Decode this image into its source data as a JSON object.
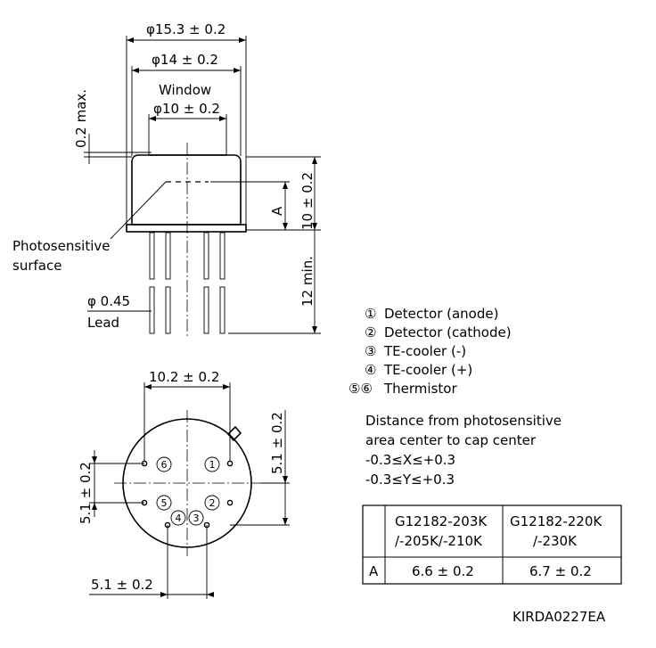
{
  "side_view": {
    "dim_cap_diameter": "φ15.3 ± 0.2",
    "dim_body_diameter": "φ14 ± 0.2",
    "window_label": "Window",
    "dim_window_diameter": "φ10 ± 0.2",
    "dim_top_max": "0.2 max.",
    "dim_height": "10 ± 0.2",
    "dim_a_label": "A",
    "dim_lead_length": "12 min.",
    "photosensitive_line1": "Photosensitive",
    "photosensitive_line2": "surface",
    "lead_diameter": "φ 0.45",
    "lead_label": "Lead"
  },
  "bottom_view": {
    "dim_pin_spacing_top": "10.2 ± 0.2",
    "dim_right_vertical": "5.1 ± 0.2",
    "dim_left_vertical": "5.1 ± 0.2",
    "dim_bottom": "5.1 ± 0.2",
    "pin_numbers": [
      "1",
      "2",
      "3",
      "4",
      "5",
      "6"
    ]
  },
  "pin_legend": [
    {
      "num": "①",
      "text": "Detector (anode)"
    },
    {
      "num": "②",
      "text": "Detector (cathode)"
    },
    {
      "num": "③",
      "text": "TE-cooler (-)"
    },
    {
      "num": "④",
      "text": "TE-cooler (+)"
    },
    {
      "num": "⑤⑥",
      "text": "Thermistor"
    }
  ],
  "distance_note": {
    "line1": "Distance from photosensitive",
    "line2": "area center to cap center",
    "line3": "-0.3≤X≤+0.3",
    "line4": "-0.3≤Y≤+0.3"
  },
  "table": {
    "headers": [
      "",
      "G12182-203K\n/-205K/-210K",
      "G12182-220K\n/-230K"
    ],
    "header_col1_line1": "G12182-203K",
    "header_col1_line2": "/-205K/-210K",
    "header_col2_line1": "G12182-220K",
    "header_col2_line2": "/-230K",
    "row_label": "A",
    "row_val1": "6.6 ± 0.2",
    "row_val2": "6.7 ± 0.2"
  },
  "drawing_code": "KIRDA0227EA"
}
